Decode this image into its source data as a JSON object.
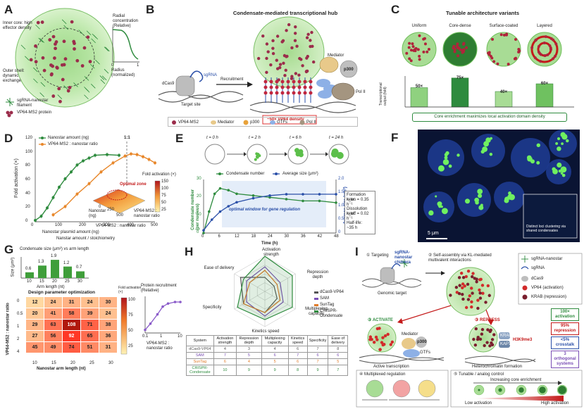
{
  "panels": {
    "A": {
      "label": "A",
      "inner_core": "Inner core: high effector density",
      "outer_shell": "Outer shell: dynamic exchange",
      "legend_sg": "sgRNA-nanostar filament",
      "legend_vp": "VP64-MS2 protein",
      "inset_title": "Radial concentration (Relative)",
      "inset_xlabel": "Radius (normalized)",
      "inset_x0": "0",
      "inset_x1": "1"
    },
    "B": {
      "label": "B",
      "title": "Condensate-mediated transcriptional hub",
      "dcas9": "dCas9",
      "sgrna": "sgRNA",
      "recruitment": "Recruitment",
      "target_site": "Target site",
      "mediator": "Mediator",
      "p300": "p300",
      "polii": "Pol II",
      "density": "~50× VP64 density",
      "legend": [
        "VP64-MS2",
        "Mediator",
        "p300",
        "GTFs",
        "Pol II"
      ]
    },
    "C": {
      "label": "C",
      "title": "Tunable architecture variants",
      "variants": [
        "Uniform",
        "Core-dense",
        "Surface-coated",
        "Layered"
      ],
      "values": [
        "50×",
        "75×",
        "40×",
        "60×"
      ],
      "ylabel": "Transcriptional output (fold)",
      "footer": "Core enrichment maximizes local activation domain density"
    },
    "D": {
      "label": "D",
      "legend1": "Nanostar amount (ng)",
      "legend2": "VP64-MS2 : nanostar ratio",
      "ylabel": "Fold activation (×)",
      "xlabel_top": "Nanostar plasmid amount (ng)",
      "xlabel_bot": "Nanstar amount / stoichiometry",
      "ratio_mark": "1:1",
      "x_ticks": [
        "0",
        "100",
        "200",
        "300",
        "400",
        "500"
      ],
      "y_ticks": [
        "0",
        "20",
        "40",
        "60",
        "80",
        "100",
        "120"
      ],
      "inset_title": "Fold activation (×)",
      "inset_zone": "Optimal zone",
      "inset_x": "Nanostar (ng)",
      "inset_y": "VP64-MS2 : nanostar ratio",
      "inset_bottom": "VP64-MS2 : nanostar ratio",
      "inset_scale": [
        "150",
        "100",
        "75",
        "50",
        "25"
      ],
      "inset_ticks": [
        "0",
        "250",
        "500"
      ]
    },
    "E": {
      "label": "E",
      "times": [
        "t = 0 h",
        "t = 2 h",
        "t = 6 h",
        "t = 24 h"
      ],
      "legend1": "Condensate number",
      "legend2": "Average size (μm²)",
      "ylabel_left": "Condensate number (per nucleus)",
      "ylabel_right": "Average size (μm²)",
      "xlabel": "Time (h)",
      "window": "optimal window for gene regulation",
      "x_ticks": [
        "0",
        "6",
        "12",
        "18",
        "24",
        "30",
        "36",
        "42",
        "48"
      ],
      "yl_ticks": [
        "0",
        "10",
        "20",
        "30"
      ],
      "yr_ticks": [
        "0",
        "0.5",
        "1.0",
        "1.5",
        "2.0"
      ],
      "formation": "Formation rate:",
      "formation_val": "k_on = 0.35 h⁻¹",
      "dissolution": "Dissolution rate:",
      "dissolution_val": "k_off = 0.02 h⁻¹",
      "halflife": "Half-life:",
      "halflife_val": "~35 h"
    },
    "F": {
      "label": "F",
      "scale": "5 μm",
      "inset_caption": "Distinct loci clustering via shared condensates"
    },
    "G": {
      "label": "G",
      "bar_title": "Condensate size (μm²) vs arm length",
      "bar_ylabel": "Size (μm²)",
      "bar_xlabel": "Arm length (nt)",
      "bar_values": [
        "0.6",
        "1.3",
        "1.9",
        "1.2",
        "0.7"
      ],
      "bar_cats": [
        "10",
        "15",
        "20",
        "25",
        "30"
      ],
      "heat_title": "Design parameter optimization",
      "heat_ylabel": "VP64-MS2 : nanostar ratio",
      "heat_xlabel": "Nanostar arm length (nt)",
      "heat_rows": [
        "0",
        "0.5",
        "1",
        "2",
        "4"
      ],
      "heat_cols": [
        "10",
        "15",
        "20",
        "25",
        "30"
      ],
      "heat_scale_label": "Fold activation (×)",
      "heat_scale_ticks": [
        "100",
        "75",
        "50",
        "25"
      ],
      "recruit_title": "Protein recruitment (Relative)",
      "recruit_xlabel": "VP64-MS2 : nanostar ratio",
      "recruit_x": [
        "0.1",
        "1",
        "10"
      ]
    },
    "H": {
      "label": "H",
      "axes": [
        "Activation strength",
        "Repression depth",
        "Multiplexing capacity",
        "Kinetics speed",
        "Specificity",
        "Ease of delivery"
      ],
      "legend": [
        "dCas9-VP64",
        "SAM",
        "SunTag",
        "CRISPR-Condensate"
      ],
      "table_header": [
        "System",
        "Activation strength",
        "Repression depth",
        "Multiplexing capacity",
        "Kinetics speed",
        "Specificity",
        "Ease of delivery"
      ]
    },
    "I": {
      "label": "I",
      "step1": "① Targeting",
      "chimera": "sgRNA-nanostar chimera",
      "genomic": "Genomic target",
      "step2": "② Self-assembly via KL-mediated multivalent interactions",
      "activate": "③ ACTIVATE",
      "repress": "③ REPRESS",
      "mediator": "Mediator",
      "p300": "p300",
      "gtfs": "GTFs",
      "active_tx": "Active transcription",
      "hetero": "Heterochromatin formation",
      "krab": "KRAB",
      "kap1": "KAP1",
      "h3k9": "H3K9me3",
      "legend": [
        "sgRNA-nanostar",
        "sgRNA",
        "dCas9",
        "VP64 (activation)",
        "KRAB (repression)"
      ],
      "stats": [
        "100× activation",
        "95% repression",
        "<5% crosstalk",
        "3 orthogonal systems"
      ],
      "step4": "④ Multiplexed regulation",
      "step5": "⑤ Tunable / analog control",
      "increasing": "Increasing core enrichment",
      "low": "Low activation",
      "high": "High activation"
    }
  },
  "chart_data": [
    {
      "type": "bar",
      "title": "Tunable architecture variants",
      "categories": [
        "Uniform",
        "Core-dense",
        "Surface-coated",
        "Layered"
      ],
      "values": [
        50,
        75,
        40,
        60
      ],
      "ylabel": "Transcriptional output (fold)",
      "colors": [
        "#8fd17f",
        "#2e8b3e",
        "#a8dc95",
        "#6fc160"
      ]
    },
    {
      "type": "line",
      "title": "",
      "xlabel": "Nanostar plasmid amount (ng)",
      "ylabel": "Fold activation (×)",
      "xlim": [
        0,
        500
      ],
      "ylim": [
        0,
        120
      ],
      "series": [
        {
          "name": "Nanostar amount (ng)",
          "color": "#2e8b3e",
          "x": [
            0,
            25,
            50,
            75,
            100,
            125,
            150,
            175,
            200,
            225,
            250,
            300,
            350
          ],
          "y": [
            2,
            8,
            20,
            35,
            50,
            62,
            72,
            82,
            88,
            92,
            96,
            97,
            96
          ]
        },
        {
          "name": "VP64-MS2 : nanostar ratio",
          "color": "#e8872a",
          "x": [
            75,
            125,
            175,
            225,
            275,
            325,
            375,
            400,
            425,
            450,
            475,
            500
          ],
          "y": [
            10,
            22,
            40,
            55,
            72,
            85,
            95,
            98,
            97,
            94,
            90,
            85
          ]
        }
      ]
    },
    {
      "type": "line",
      "title": "",
      "xlabel": "Time (h)",
      "xlim": [
        0,
        48
      ],
      "series": [
        {
          "name": "Condensate number",
          "axis": "left",
          "color": "#2e8b3e",
          "x": [
            0,
            2,
            4,
            6,
            9,
            12,
            18,
            24,
            30,
            36,
            42,
            48
          ],
          "y": [
            0,
            12,
            22,
            25,
            24,
            22,
            21,
            20,
            19,
            18,
            18,
            17
          ]
        },
        {
          "name": "Average size (μm²)",
          "axis": "right",
          "color": "#2a4fa8",
          "x": [
            0,
            3,
            6,
            9,
            12,
            18,
            24,
            30,
            36,
            42,
            48
          ],
          "y": [
            0.1,
            0.5,
            0.8,
            1.0,
            1.15,
            1.3,
            1.4,
            1.45,
            1.45,
            1.45,
            1.45
          ]
        }
      ],
      "ylim_left": [
        0,
        30
      ],
      "ylim_right": [
        0,
        2.0
      ]
    },
    {
      "type": "bar",
      "title": "Condensate size (μm²) vs arm length",
      "categories": [
        "10",
        "15",
        "20",
        "25",
        "30"
      ],
      "values": [
        0.6,
        1.3,
        1.9,
        1.2,
        0.7
      ],
      "xlabel": "Arm length (nt)",
      "ylabel": "Size (μm²)"
    },
    {
      "type": "heatmap",
      "title": "Design parameter optimization",
      "xlabel": "Nanostar arm length (nt)",
      "ylabel": "VP64-MS2 : nanostar ratio",
      "x": [
        "10",
        "15",
        "20",
        "25",
        "30"
      ],
      "y": [
        "0",
        "0.5",
        "1",
        "2",
        "4"
      ],
      "values": [
        [
          12,
          24,
          31,
          24,
          30
        ],
        [
          20,
          41,
          58,
          39,
          24
        ],
        [
          29,
          63,
          108,
          71,
          38
        ],
        [
          27,
          56,
          92,
          65,
          36
        ],
        [
          45,
          49,
          74,
          51,
          31
        ]
      ]
    },
    {
      "type": "line",
      "title": "Protein recruitment (Relative)",
      "xlabel": "VP64-MS2 : nanostar ratio",
      "series": [
        {
          "name": "",
          "color": "#8a5bc9",
          "x": [
            0.1,
            0.2,
            0.5,
            1,
            2,
            5,
            10
          ],
          "y": [
            0.1,
            0.3,
            0.6,
            0.85,
            0.95,
            1.0,
            1.0
          ]
        }
      ]
    },
    {
      "type": "table",
      "title": "",
      "header": [
        "System",
        "Activation strength",
        "Repression depth",
        "Multiplexing capacity",
        "Kinetics speed",
        "Specificity",
        "Ease of delivery"
      ],
      "rows": [
        [
          "dCas9-VP64",
          "4",
          "3",
          "4",
          "6",
          "7",
          "8"
        ],
        [
          "SAM",
          "7",
          "5",
          "6",
          "7",
          "6",
          "6"
        ],
        [
          "SunTag",
          "6",
          "4",
          "5",
          "6",
          "7",
          "5"
        ],
        [
          "CRISPR-Condensate",
          "10",
          "9",
          "9",
          "8",
          "9",
          "7"
        ]
      ],
      "row_colors": [
        "#555555",
        "#7a4fb5",
        "#e07b2a",
        "#2e8b3e"
      ]
    }
  ]
}
